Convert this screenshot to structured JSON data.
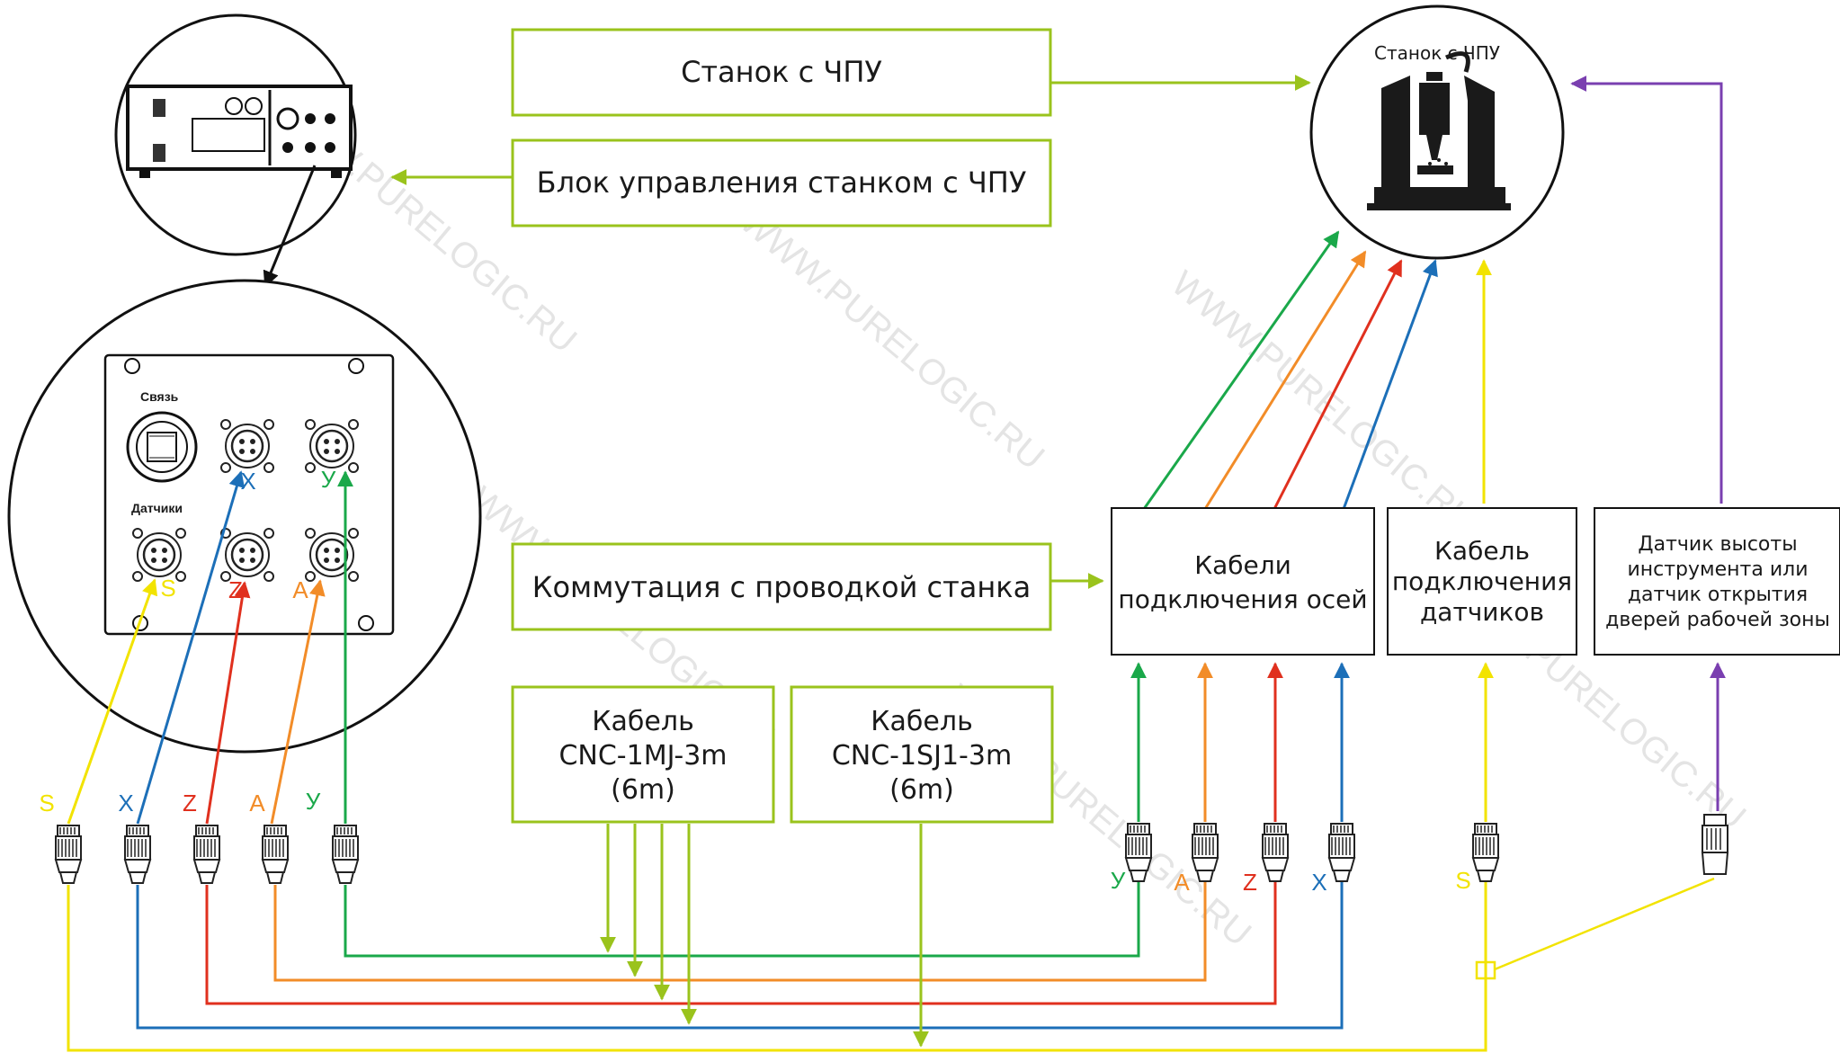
{
  "colors": {
    "green": "#1aa84a",
    "orange": "#f28c28",
    "red": "#e0301e",
    "blue": "#1c6fb8",
    "yellow": "#f2e300",
    "purple": "#7a3fb0",
    "lime": "#9ac31c",
    "box_border": "#9ac31c"
  },
  "boxes": {
    "cnc_machine": "Станок с ЧПУ",
    "control_unit": "Блок управления станком с ЧПУ",
    "wiring": "Коммутация с проводкой станка",
    "cable_mj": [
      "Кабель",
      "CNC-1MJ-3m",
      "(6m)"
    ],
    "cable_sj": [
      "Кабель",
      "CNC-1SJ1-3m",
      "(6m)"
    ],
    "axis_cables": [
      "Кабели",
      "подключения осей"
    ],
    "sensor_cable": [
      "Кабель",
      "подключения",
      "датчиков"
    ],
    "height_sensor": [
      "Датчик высоты",
      "инструмента или",
      "датчик открытия",
      "дверей рабочей зоны"
    ]
  },
  "machine_circle_label": "Станок с ЧПУ",
  "panel": {
    "link_label": "Связь",
    "sensors_label": "Датчики"
  },
  "axis_labels": {
    "x": "X",
    "y": "У",
    "z": "Z",
    "a": "A",
    "s": "S"
  },
  "watermark": "WWW.PURELOGIC.RU"
}
